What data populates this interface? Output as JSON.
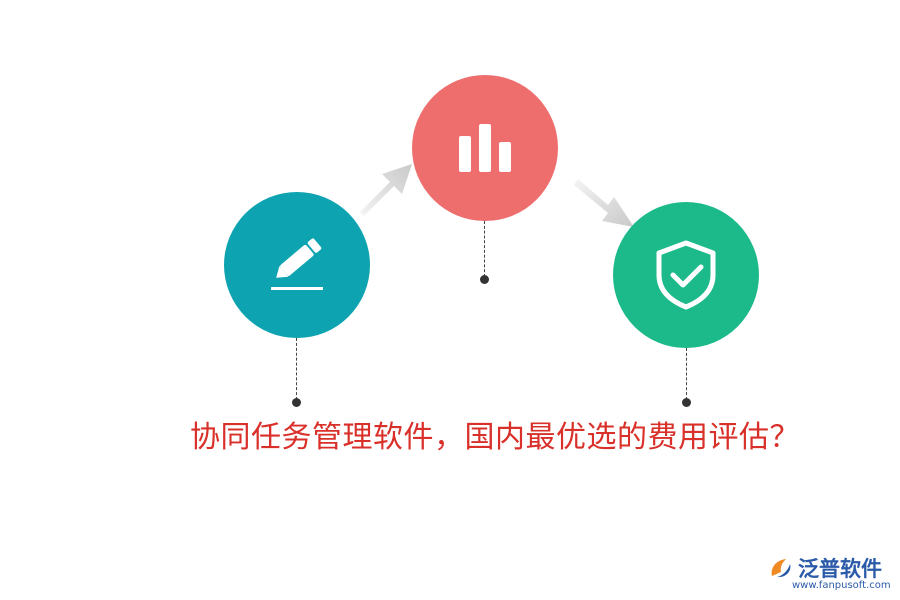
{
  "title": "协同任务管理软件，国内最优选的费用评估？",
  "brand": {
    "name": "泛普软件",
    "url": "www.fanpusoft.com"
  },
  "icons": {
    "step1": "edit-pencil-icon",
    "step2": "bar-chart-icon",
    "step3": "shield-check-icon"
  },
  "colors": {
    "step1": "#0ea3b1",
    "step2": "#ee6e6e",
    "step3": "#1cba8a",
    "title": "#d9302a",
    "brand": "#2b5aa8"
  }
}
